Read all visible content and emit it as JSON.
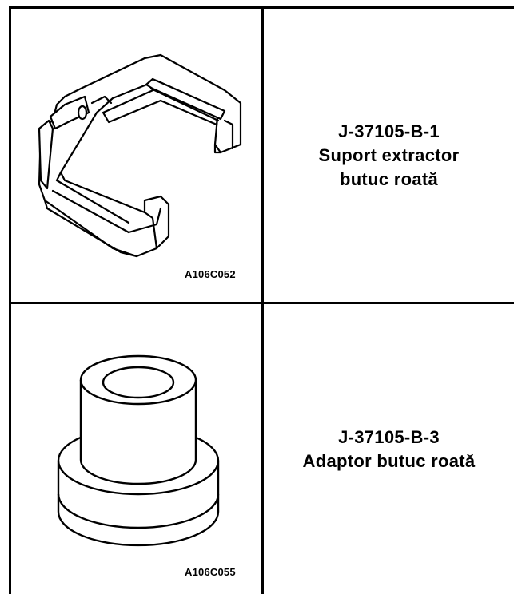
{
  "tools": [
    {
      "figure_code": "A106C052",
      "figure_icon": "hub-puller-bracket-icon",
      "part_number": "J-37105-B-1",
      "description_lines": [
        "Suport extractor",
        "butuc roată"
      ]
    },
    {
      "figure_code": "A106C055",
      "figure_icon": "hub-adapter-icon",
      "part_number": "J-37105-B-3",
      "description_lines": [
        "Adaptor butuc roată"
      ]
    }
  ]
}
